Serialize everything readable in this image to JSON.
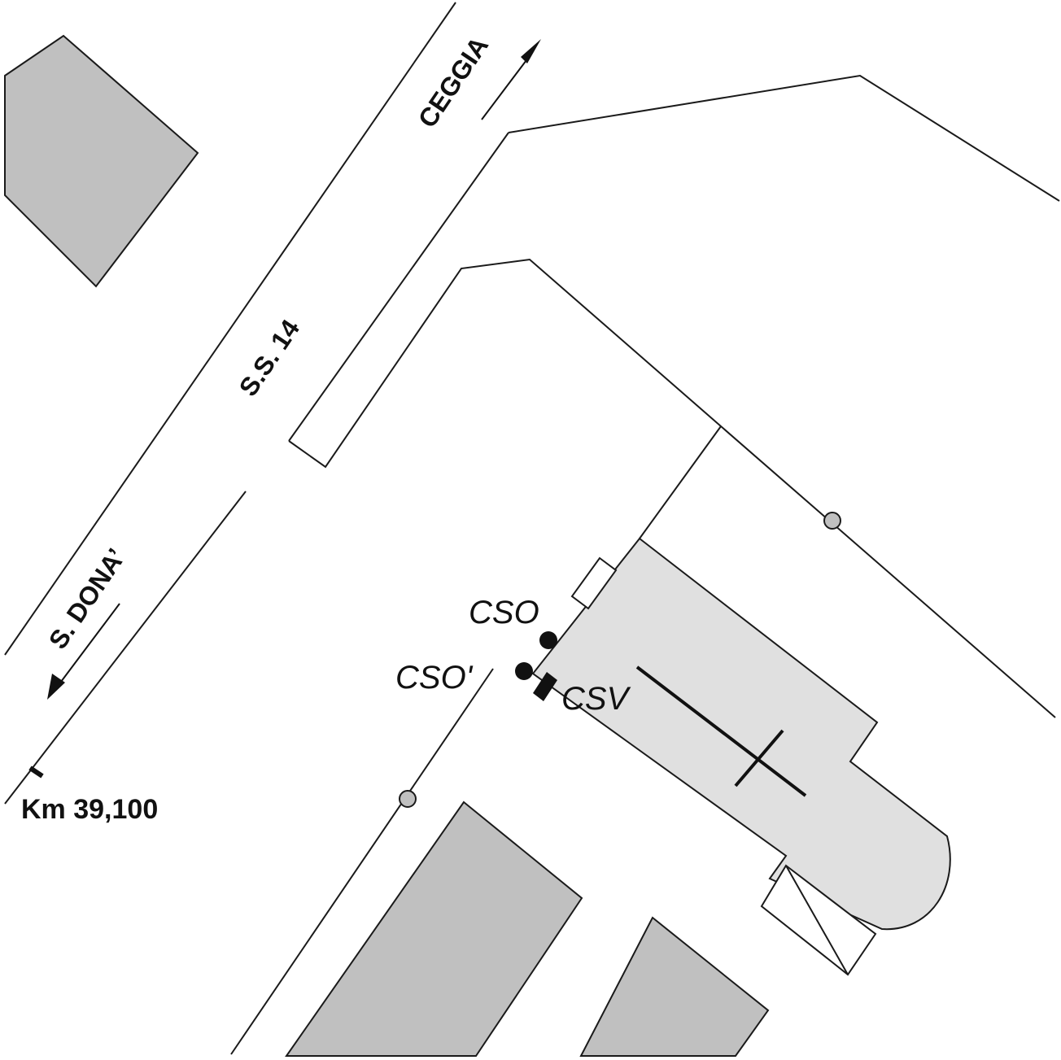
{
  "labels": {
    "road_name": "S.S. 14",
    "direction_north": "CEGGIA",
    "direction_south": "S. DONA’",
    "kilometer_marker": "Km 39,100",
    "station_cso": "CSO",
    "station_cso_prime": "CSO'",
    "station_csv": "CSV"
  },
  "colors": {
    "background": "#ffffff",
    "line": "#1a1a1a",
    "building_dark": "#c0c0c0",
    "building_light": "#e0e0e0",
    "marker_point": "#c0c0c0",
    "station_mark": "#111111"
  },
  "symbols": {
    "cross": "church-cross",
    "arrow_north": "arrow-up-right",
    "arrow_south": "arrow-down-left"
  }
}
